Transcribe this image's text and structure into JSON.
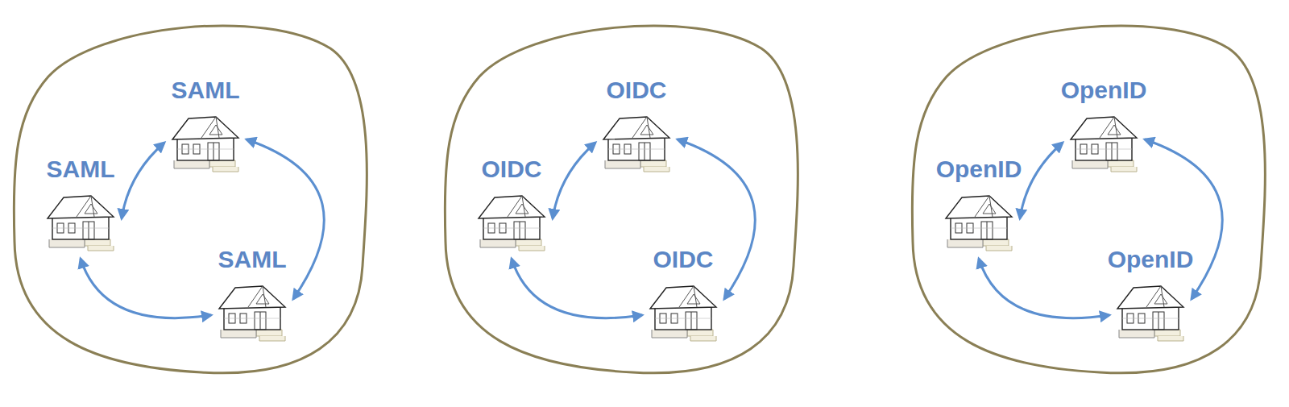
{
  "diagram": {
    "nodes": [
      {
        "text": [
          "SAML"
        ]
      },
      {
        "text": [
          "SAML"
        ]
      },
      {
        "text": [
          "SAML"
        ]
      },
      {
        "text": [
          "OIDC"
        ]
      },
      {
        "text": [
          "OIDC"
        ]
      },
      {
        "text": [
          "OIDC"
        ]
      },
      {
        "text": [
          "OpenID"
        ]
      },
      {
        "text": [
          "OpenID"
        ]
      },
      {
        "text": [
          "OpenID"
        ]
      }
    ],
    "edges": [
      {
        "from": 1,
        "to": 0,
        "arrow": "both"
      },
      {
        "from": 0,
        "to": 2,
        "arrow": "both"
      },
      {
        "from": 1,
        "to": 2,
        "arrow": "both"
      },
      {
        "from": 4,
        "to": 3,
        "arrow": "both"
      },
      {
        "from": 3,
        "to": 5,
        "arrow": "both"
      },
      {
        "from": 4,
        "to": 5,
        "arrow": "both"
      },
      {
        "from": 7,
        "to": 6,
        "arrow": "both"
      },
      {
        "from": 6,
        "to": 8,
        "arrow": "both"
      },
      {
        "from": 7,
        "to": 8,
        "arrow": "both"
      }
    ]
  }
}
